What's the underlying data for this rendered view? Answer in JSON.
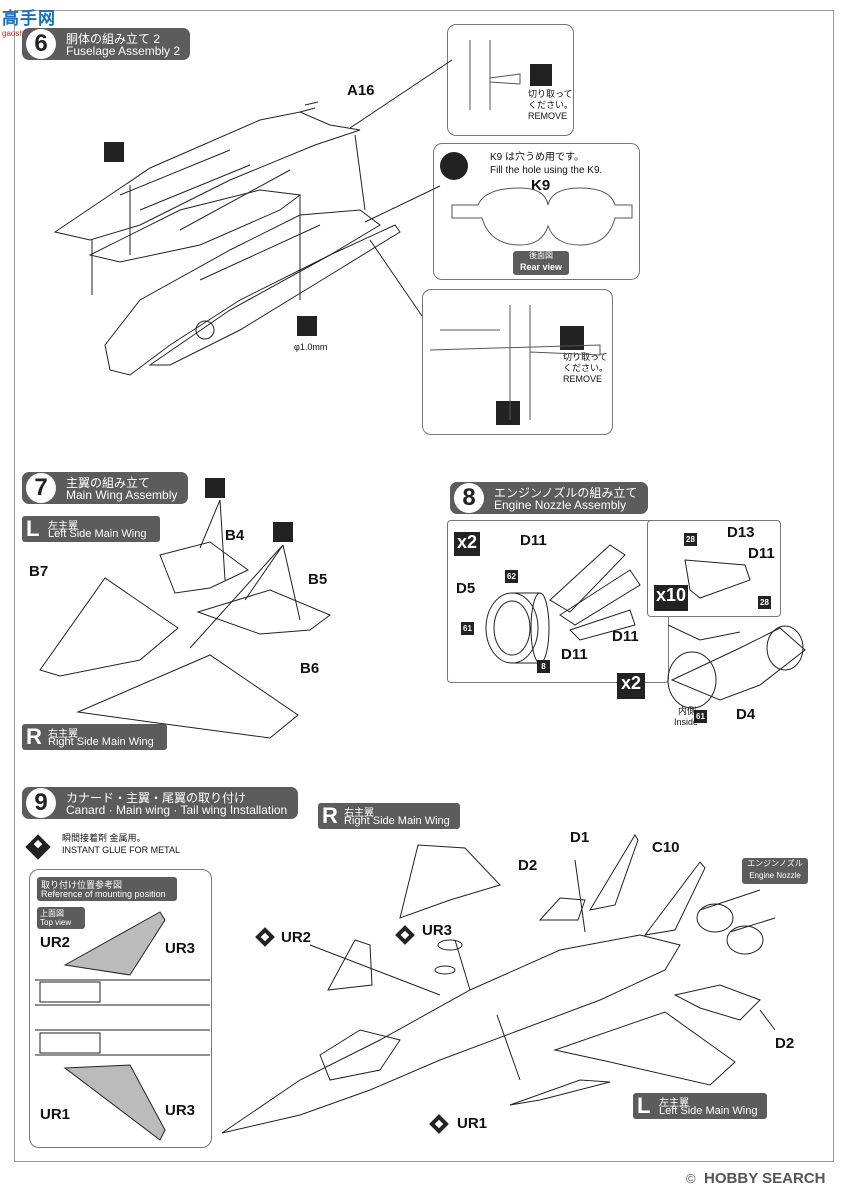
{
  "watermark": {
    "top": "高手网",
    "bottom": "gaoshou.net"
  },
  "step6": {
    "number": "6",
    "title_jp": "胴体の組み立て 2",
    "title_en": "Fuselage Assembly 2",
    "part_a16": "A16",
    "remove_jp_1": "切り取って",
    "remove_jp_2": "ください。",
    "remove_en": "REMOVE",
    "k9_note_jp": "K9 は穴うめ用です。",
    "k9_note_en": "Fill the hole using the K9.",
    "k9_label": "K9",
    "rear_view_jp": "後面図",
    "rear_view_en": "Rear view",
    "drill": "φ1.0mm"
  },
  "step7": {
    "number": "7",
    "title_jp": "主翼の組み立て",
    "title_en": "Main Wing Assembly",
    "left_letter": "L",
    "left_jp": "左主翼",
    "left_en": "Left Side Main Wing",
    "right_letter": "R",
    "right_jp": "右主翼",
    "right_en": "Right Side Main Wing",
    "parts": {
      "b4": "B4",
      "b5": "B5",
      "b6": "B6",
      "b7": "B7"
    }
  },
  "step8": {
    "number": "8",
    "title_jp": "エンジンノズルの組み立て",
    "title_en": "Engine Nozzle Assembly",
    "x2a": "x2",
    "x10": "x10",
    "x2b": "x2",
    "parts": {
      "d11": "D11",
      "d5": "D5",
      "d13": "D13",
      "d4": "D4"
    },
    "tags": {
      "t62": "62",
      "t61": "61",
      "t8": "8",
      "t28": "28"
    },
    "inside_jp": "内側",
    "inside_en": "Inside"
  },
  "step9": {
    "number": "9",
    "title_jp": "カナード・主翼・尾翼の取り付け",
    "title_en": "Canard · Main wing · Tail wing Installation",
    "glue_jp": "瞬間接着剤 金属用。",
    "glue_en": "INSTANT GLUE FOR METAL",
    "ref_jp": "取り付け位置参考図",
    "ref_en": "Reference of mounting position",
    "top_view_jp": "上面図",
    "top_view_en": "Top view",
    "right_letter": "R",
    "right_jp": "右主翼",
    "right_en": "Right Side Main Wing",
    "left_letter": "L",
    "left_jp": "左主翼",
    "left_en": "Left Side Main Wing",
    "nozzle_jp": "エンジンノズル",
    "nozzle_en": "Engine Nozzle",
    "parts": {
      "ur1": "UR1",
      "ur2": "UR2",
      "ur3": "UR3",
      "d1": "D1",
      "d2": "D2",
      "c10": "C10"
    }
  },
  "footer": {
    "copyright": "©",
    "brand": "HOBBY SEARCH"
  }
}
